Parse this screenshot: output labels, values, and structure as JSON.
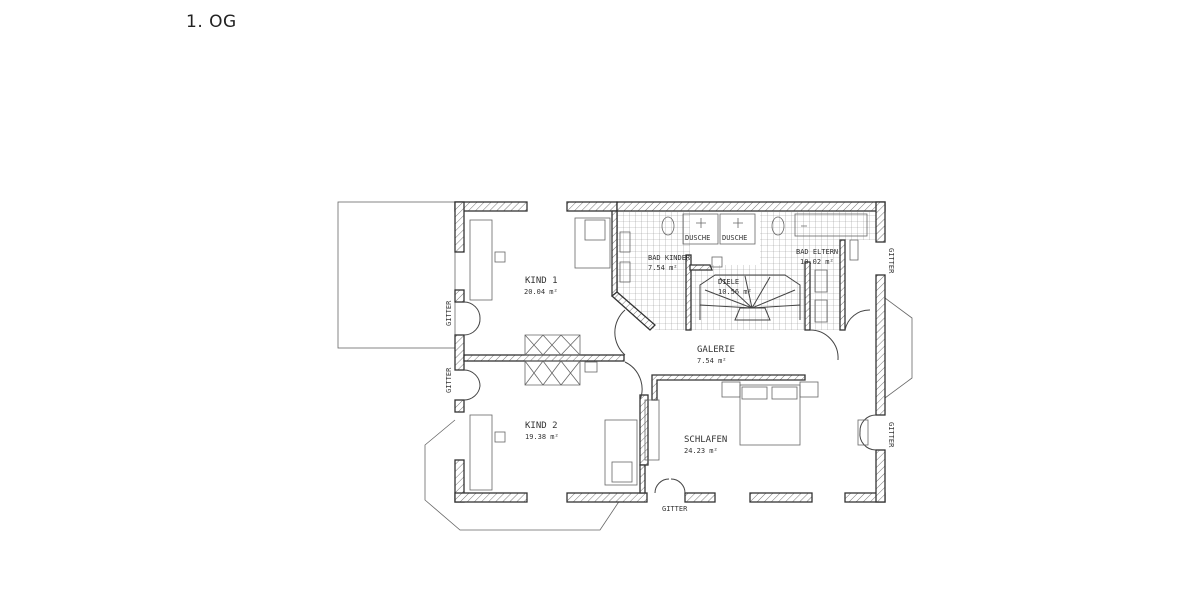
{
  "title": "1. OG",
  "rooms": {
    "kind1": {
      "name": "KIND 1",
      "area": "20.04 m²"
    },
    "kind2": {
      "name": "KIND 2",
      "area": "19.38 m²"
    },
    "bad_kinder": {
      "name": "BAD KINDER",
      "area": "7.54 m²"
    },
    "bad_eltern": {
      "name": "BAD ELTERN",
      "area": "10.02 m²"
    },
    "diele": {
      "name": "DIELE",
      "area": "10.56 m²"
    },
    "galerie": {
      "name": "GALERIE",
      "area": "7.54 m²"
    },
    "schlafen": {
      "name": "SCHLAFEN",
      "area": "24.23 m²"
    }
  },
  "fixtures": {
    "dusche": "DUSCHE"
  },
  "gitter": "GITTER"
}
